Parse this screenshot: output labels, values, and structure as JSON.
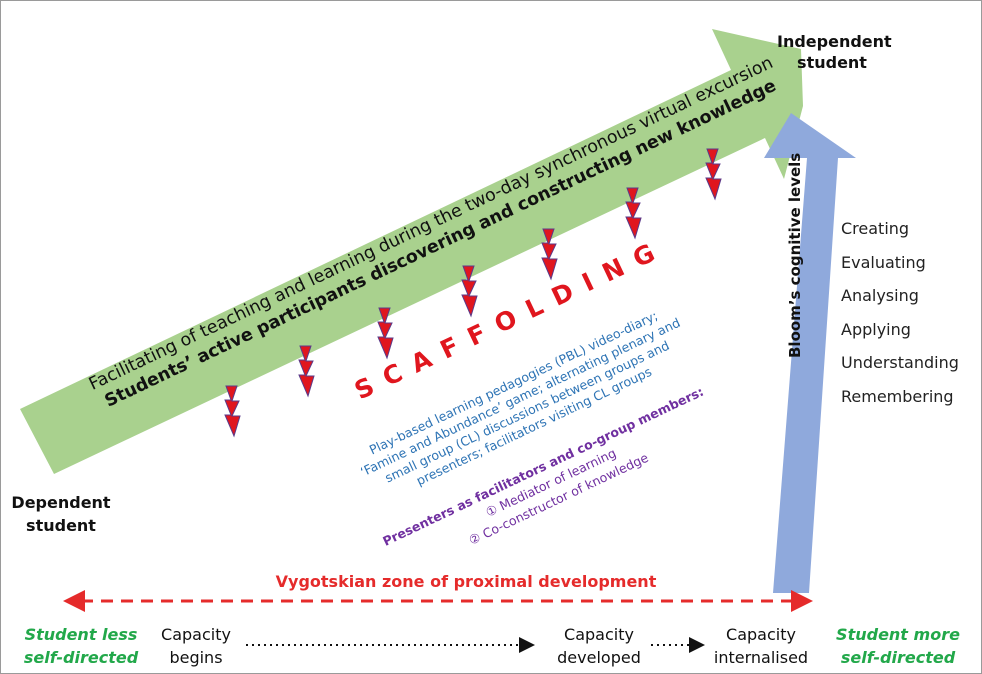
{
  "colors": {
    "green_arrow": "#a9d18e",
    "blue_arrow": "#8fa9dc",
    "red_zpd": "#e52b2b",
    "blue_text": "#2e74b5",
    "purple_text": "#7030a0",
    "green_text": "#22a84a",
    "scaffold_red": "#e0161e"
  },
  "arrow_main": {
    "line1": "Facilitating of teaching and learning during the two-day synchronous virtual excursion",
    "line2": "Students’ active participants discovering and constructing new knowledge"
  },
  "endpoints": {
    "independent_line1": "Independent",
    "independent_line2": "student",
    "dependent_line1": "Dependent",
    "dependent_line2": "student"
  },
  "bloom": {
    "title": "Bloom’s cognitive levels",
    "levels": [
      "Creating",
      "Evaluating",
      "Analysing",
      "Applying",
      "Understanding",
      "Remembering"
    ]
  },
  "scaffolding": {
    "title": "SCAFFOLDING",
    "pedagogy_lines": [
      "Play-based learning pedagogies (PBL) video-diary;",
      "‘Famine and Abundance’ game; alternating plenary and",
      "small group (CL) discussions between groups and",
      "presenters; facilitators visiting CL groups"
    ],
    "presenters_title": "Presenters as facilitators and co-group members:",
    "roles": [
      "① Mediator of learning",
      "② Co-constructor of knowledge"
    ]
  },
  "zpd": {
    "label": "Vygotskian zone of proximal development"
  },
  "bottom_row": {
    "left_line1": "Student less",
    "left_line2": "self-directed",
    "begins_line1": "Capacity",
    "begins_line2": "begins",
    "developed_line1": "Capacity",
    "developed_line2": "developed",
    "internalised_line1": "Capacity",
    "internalised_line2": "internalised",
    "right_line1": "Student more",
    "right_line2": "self-directed"
  }
}
